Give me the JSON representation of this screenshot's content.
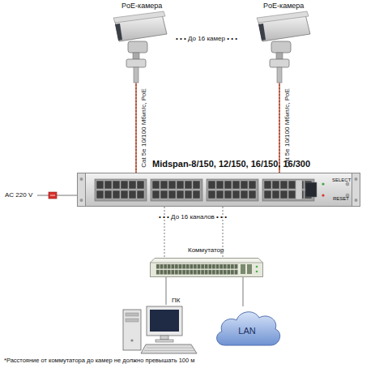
{
  "diagram": {
    "nodes": [
      {
        "text": [
          "PoE-камера"
        ]
      },
      {
        "text": [
          "PoE-камера"
        ]
      },
      {
        "text": [
          "Midspan-8/150, 12/150, 16/150, 16/300"
        ]
      },
      {
        "text": [
          "Коммутатор"
        ]
      },
      {
        "text": [
          "ПК"
        ]
      },
      {
        "text": [
          "LAN"
        ]
      }
    ],
    "edges": [
      {
        "from": 0,
        "to": 2,
        "arrow": "none",
        "label": "Cat 5e 10/100 Мбит/с, PoE"
      },
      {
        "from": 1,
        "to": 2,
        "arrow": "none",
        "label": "Cat 5e 10/100 Мбит/с, PoE"
      },
      {
        "from": 2,
        "to": 3,
        "arrow": "none"
      },
      {
        "from": 2,
        "to": 3,
        "arrow": "none"
      },
      {
        "from": 3,
        "to": 4,
        "arrow": "none"
      },
      {
        "from": 3,
        "to": 5,
        "arrow": "none"
      }
    ],
    "labels": [
      "• • • До 16 камер • • •",
      "AC 220 V",
      "• • • До 16 каналов • • •",
      "SELECT",
      "RESET",
      "*Расстояние от коммутатора до камер не должно превышать 100 м"
    ]
  }
}
